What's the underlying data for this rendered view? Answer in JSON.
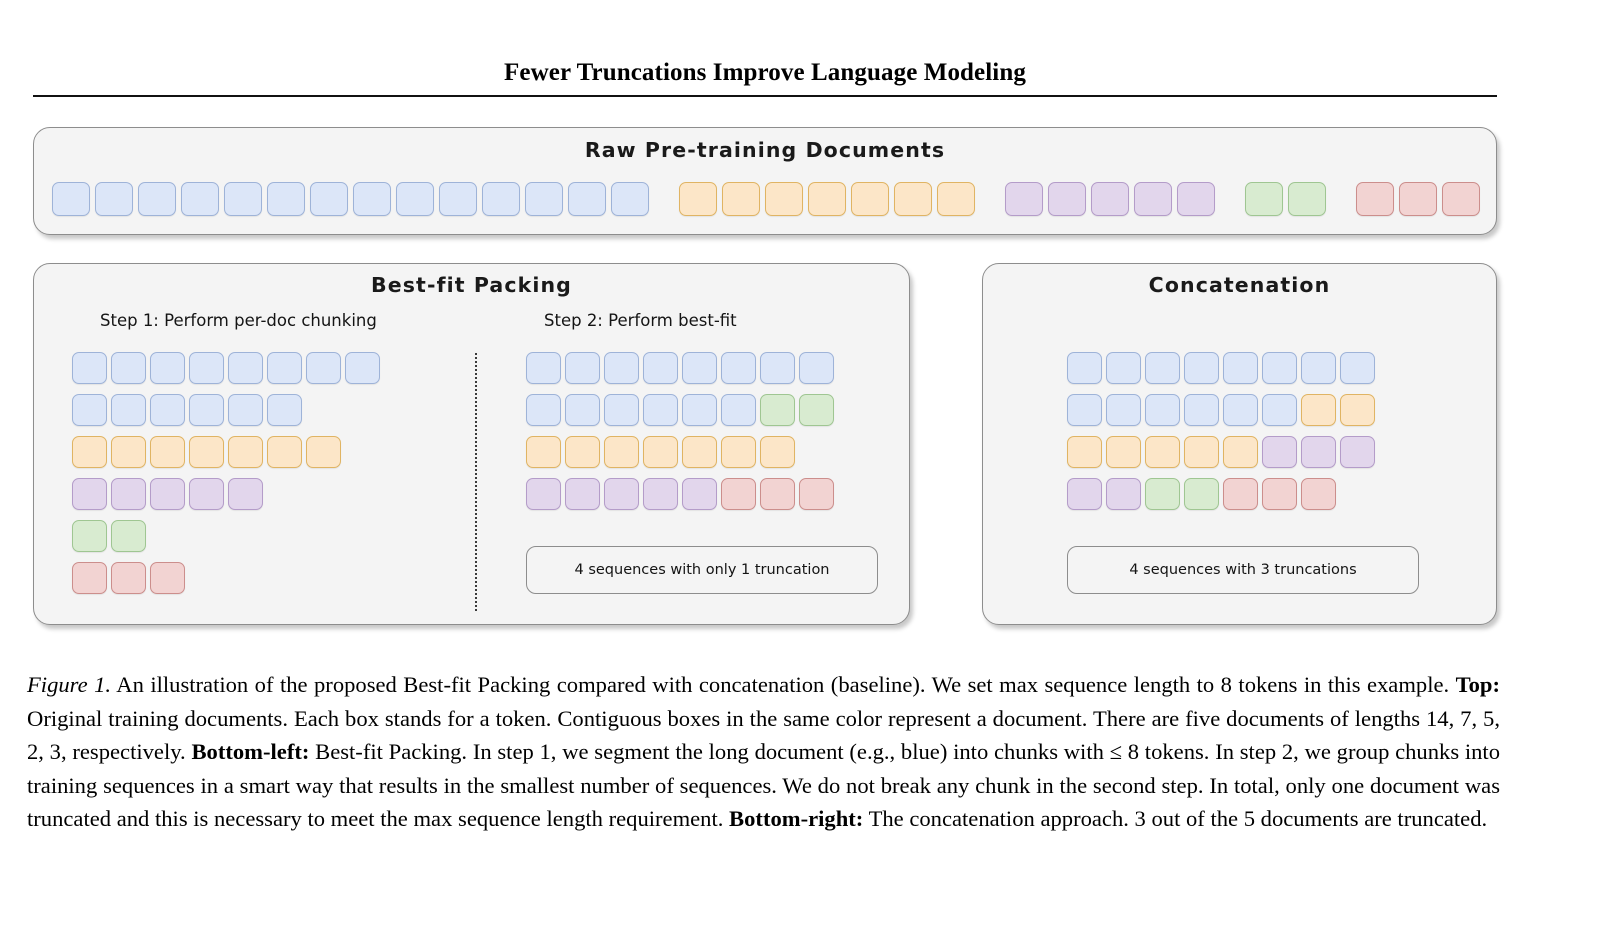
{
  "header": {
    "title": "Fewer Truncations Improve Language Modeling"
  },
  "top_panel": {
    "title": "Raw Pre-training Documents",
    "documents": [
      {
        "color": "blue",
        "length": 14
      },
      {
        "color": "orange",
        "length": 7
      },
      {
        "color": "purple",
        "length": 5
      },
      {
        "color": "green",
        "length": 2
      },
      {
        "color": "red",
        "length": 3
      }
    ]
  },
  "bestfit_panel": {
    "title": "Best-fit Packing",
    "step1_label": "Step 1: Perform per-doc chunking",
    "step2_label": "Step 2: Perform best-fit",
    "step1_rows": [
      [
        {
          "color": "blue",
          "count": 8
        }
      ],
      [
        {
          "color": "blue",
          "count": 6
        }
      ],
      [
        {
          "color": "orange",
          "count": 7
        }
      ],
      [
        {
          "color": "purple",
          "count": 5
        }
      ],
      [
        {
          "color": "green",
          "count": 2
        }
      ],
      [
        {
          "color": "red",
          "count": 3
        }
      ]
    ],
    "step2_rows": [
      [
        {
          "color": "blue",
          "count": 8
        }
      ],
      [
        {
          "color": "blue",
          "count": 6
        },
        {
          "color": "green",
          "count": 2
        }
      ],
      [
        {
          "color": "orange",
          "count": 7
        }
      ],
      [
        {
          "color": "purple",
          "count": 5
        },
        {
          "color": "red",
          "count": 3
        }
      ]
    ],
    "note": "4 sequences with only 1 truncation"
  },
  "concat_panel": {
    "title": "Concatenation",
    "rows": [
      [
        {
          "color": "blue",
          "count": 8
        }
      ],
      [
        {
          "color": "blue",
          "count": 6
        },
        {
          "color": "orange",
          "count": 2
        }
      ],
      [
        {
          "color": "orange",
          "count": 5
        },
        {
          "color": "purple",
          "count": 3
        }
      ],
      [
        {
          "color": "purple",
          "count": 2
        },
        {
          "color": "green",
          "count": 2
        },
        {
          "color": "red",
          "count": 3
        }
      ]
    ],
    "note": "4 sequences with 3 truncations"
  },
  "caption": {
    "figure_label": "Figure 1.",
    "segments": [
      {
        "style": "normal",
        "text": " An illustration of the proposed Best-fit Packing compared with concatenation (baseline). We set max sequence length to 8 tokens in this example. "
      },
      {
        "style": "bold",
        "text": "Top:"
      },
      {
        "style": "normal",
        "text": " Original training documents. Each box stands for a token. Contiguous boxes in the same color represent a document. There are five documents of lengths 14, 7, 5, 2, 3, respectively. "
      },
      {
        "style": "bold",
        "text": "Bottom-left:"
      },
      {
        "style": "normal",
        "text": " Best-fit Packing. In step 1, we segment the long document (e.g., blue) into chunks with ≤ 8 tokens. In step 2, we group chunks into training sequences in a smart way that results in the smallest number of sequences. We do not break any chunk in the second step. In total, only one document was truncated and this is necessary to meet the max sequence length requirement. "
      },
      {
        "style": "bold",
        "text": "Bottom-right:"
      },
      {
        "style": "normal",
        "text": " The concatenation approach. 3 out of the 5 documents are truncated."
      }
    ]
  },
  "colors": {
    "blue_fill": "#dce6f8",
    "blue_border": "#9eb3d8",
    "orange_fill": "#fce6c8",
    "orange_border": "#e0b463",
    "purple_fill": "#e2d6ec",
    "purple_border": "#b49cc9",
    "green_fill": "#d8ebd0",
    "green_border": "#9fc692",
    "red_fill": "#f2d3d2",
    "red_border": "#cc8e8c",
    "panel_fill": "#f4f4f4",
    "panel_border": "#8d8d8d"
  }
}
